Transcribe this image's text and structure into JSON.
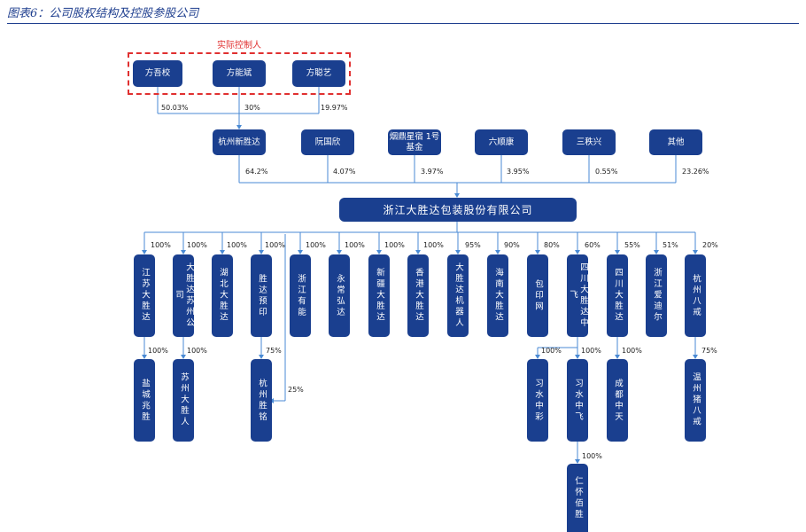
{
  "caption": "图表6：公司股权结构及控股参股公司",
  "controllers": {
    "label": "实际控制人",
    "persons": [
      "方吾校",
      "方能斌",
      "方聪艺"
    ],
    "pcts": [
      "50.03%",
      "30%",
      "19.97%"
    ]
  },
  "shareholders": {
    "names": [
      "杭州新胜达",
      "阮国欣",
      "烟鼎星宿 1号基金",
      "六顺康",
      "三秩兴",
      "其他"
    ],
    "pcts": [
      "64.2%",
      "4.07%",
      "3.97%",
      "3.95%",
      "0.55%",
      "23.26%"
    ]
  },
  "company": "浙江大胜达包装股份有限公司",
  "subsidiaries": {
    "names": [
      "江苏大胜达",
      "大胜达苏州公司",
      "湖北大胜达",
      "胜达预印",
      "浙江有能",
      "永常弘达",
      "新疆大胜达",
      "香港大胜达",
      "大胜达机器人",
      "海南大胜达",
      "包印网",
      "四川大胜达中飞",
      "四川大胜达",
      "浙江爱迪尔",
      "杭州八戒"
    ],
    "pcts": [
      "100%",
      "100%",
      "100%",
      "100%",
      "100%",
      "100%",
      "100%",
      "100%",
      "95%",
      "90%",
      "80%",
      "60%",
      "55%",
      "51%",
      "20%"
    ]
  },
  "second_level": {
    "names": [
      "盐城兆胜",
      "苏州大胜人",
      "杭州胜铭",
      "习水中彩",
      "习水中飞",
      "成都中天",
      "温州猪八戒"
    ],
    "pcts": [
      "100%",
      "100%",
      "75%",
      "100%",
      "100%",
      "100%",
      "75%"
    ],
    "extra_pct": "25%"
  },
  "third_level": {
    "names": [
      "仁怀佰胜"
    ],
    "pcts": [
      "100%"
    ]
  },
  "colors": {
    "node": "#1a3f8f",
    "line": "#4a8ad4",
    "control": "#e03030"
  }
}
